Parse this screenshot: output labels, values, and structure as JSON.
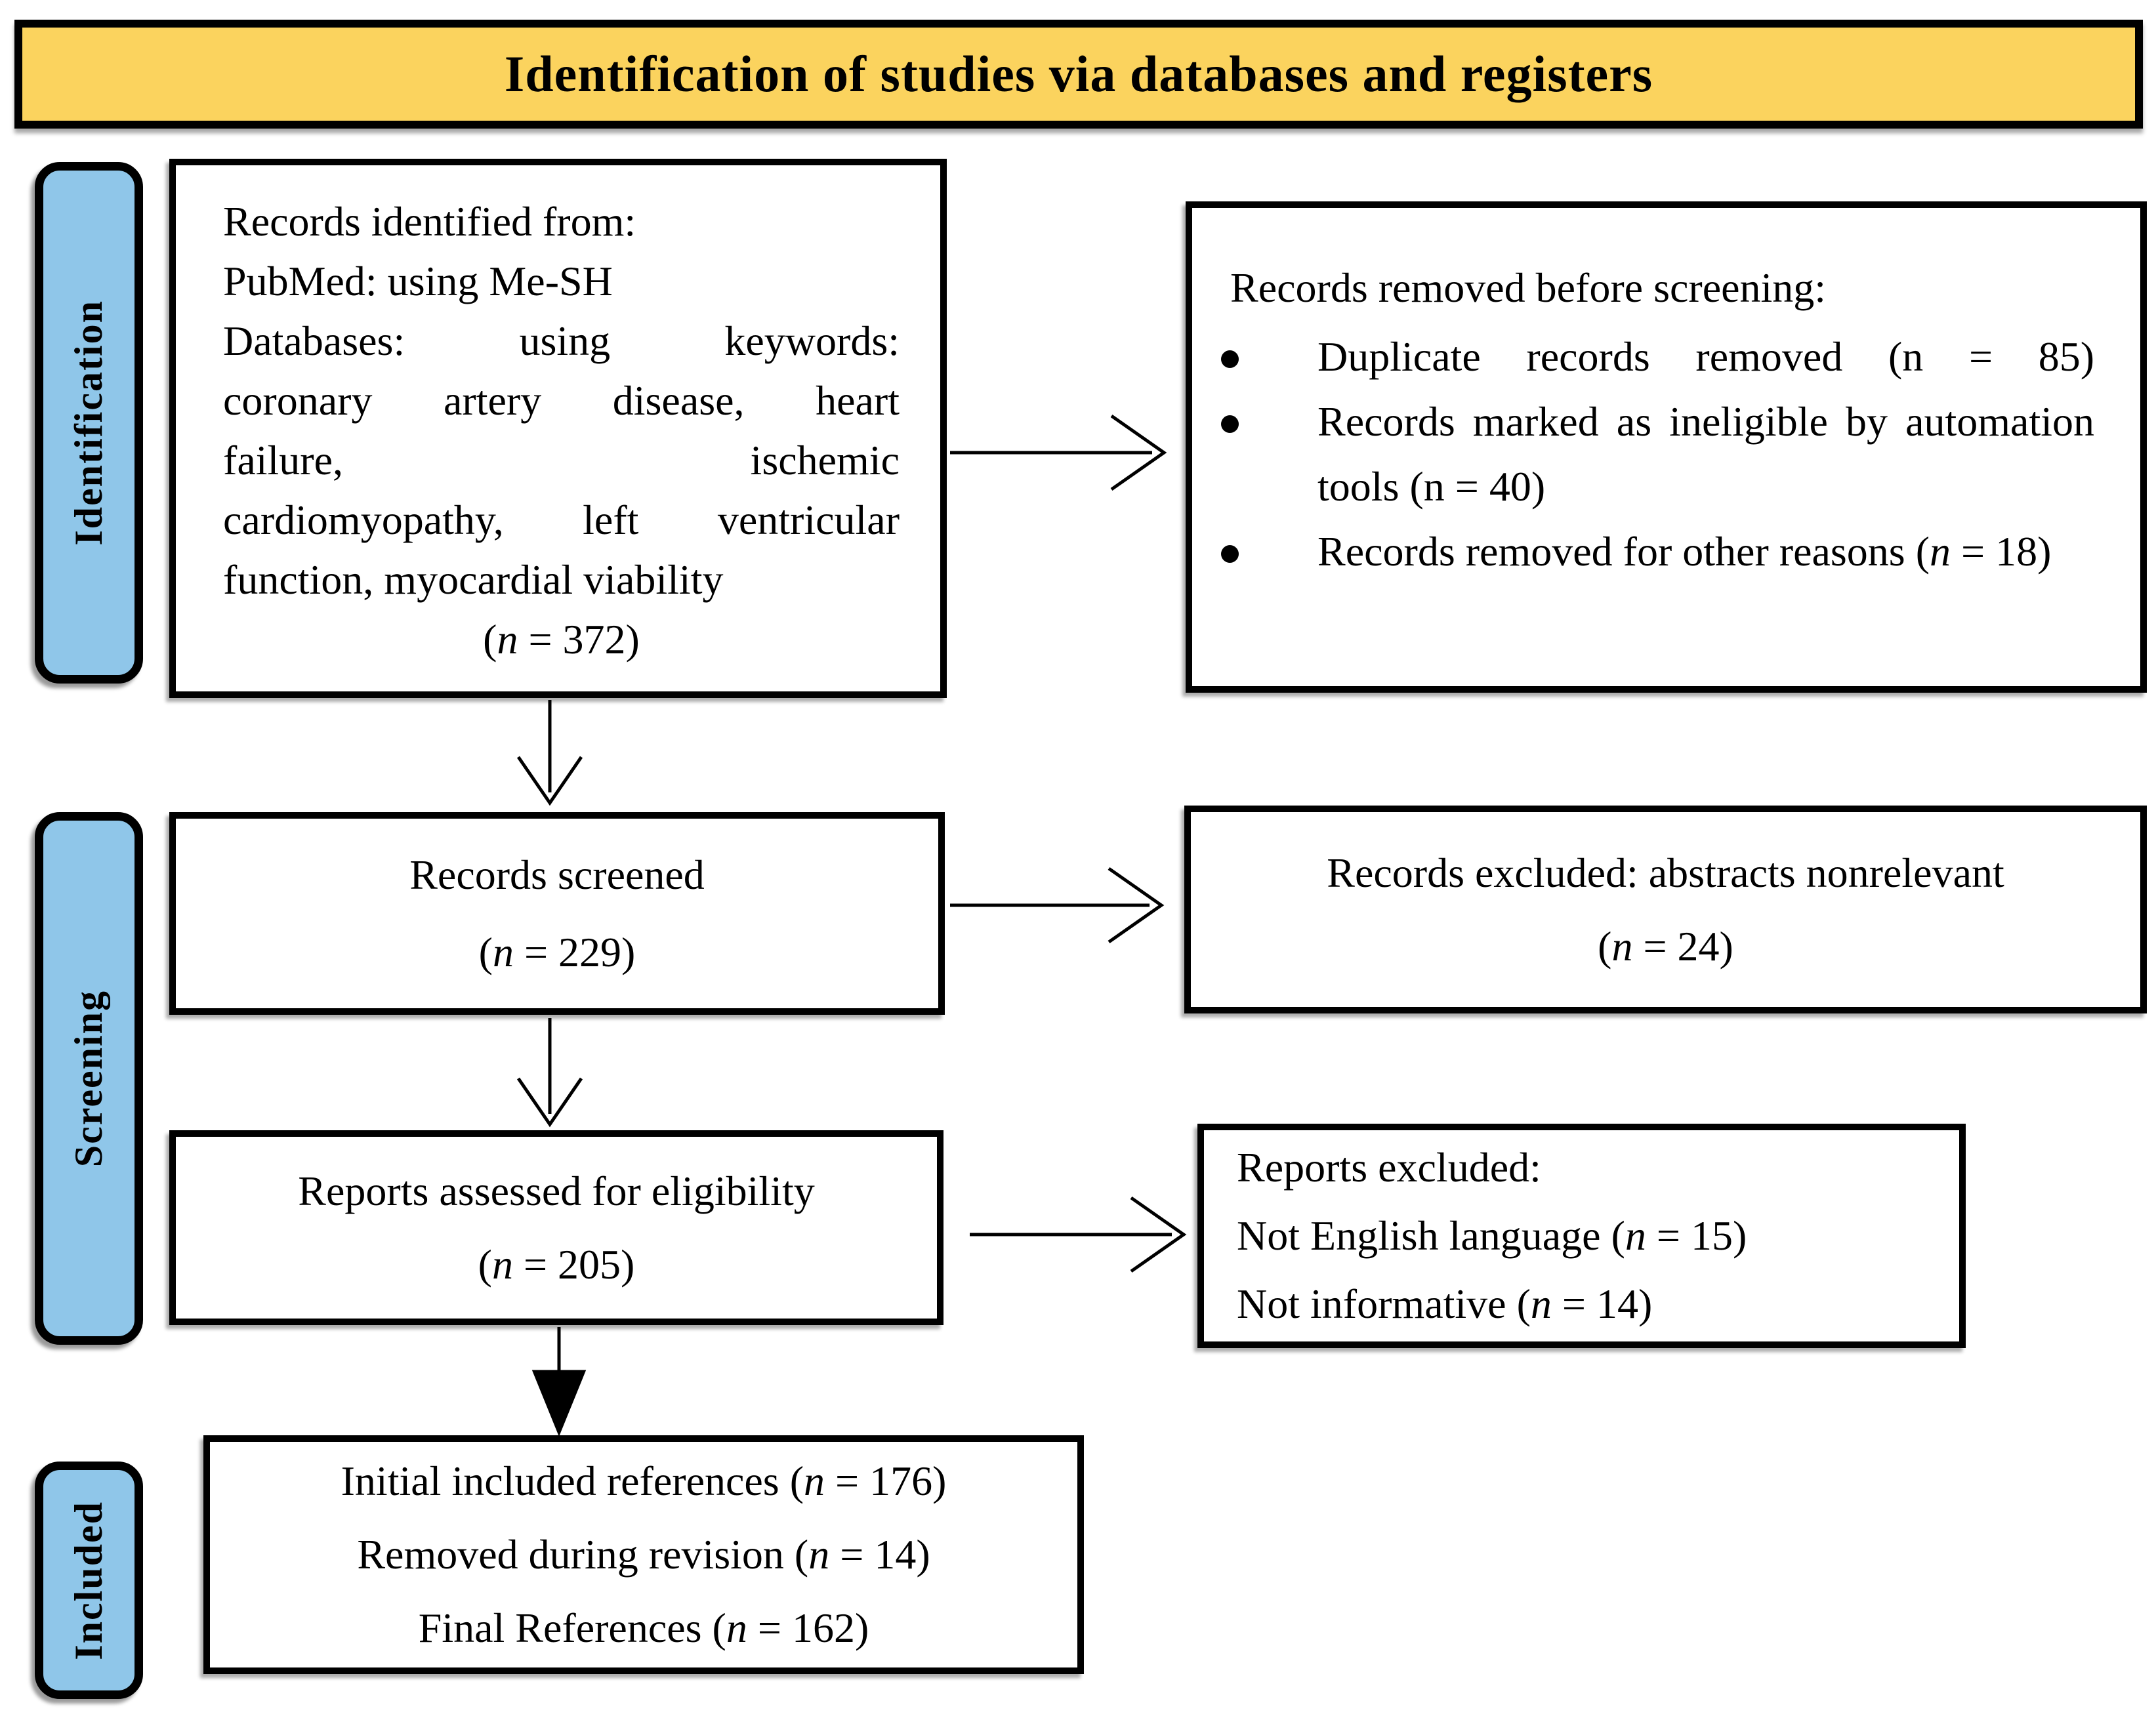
{
  "title": "Identification of studies via databases and registers",
  "colors": {
    "banner_bg": "#FBD35E",
    "stage_pill_bg": "#8FC6E9",
    "box_bg": "#FFFFFF",
    "line_color": "#000000"
  },
  "stages": {
    "identification": "Identification",
    "screening": "Screening",
    "included": "Included"
  },
  "boxes": {
    "records_identified": {
      "lines": [
        "Records identified from:",
        "PubMed: using Me-SH",
        "Databases: using keywords:",
        "coronary artery disease, heart",
        "failure, ischemic",
        "cardiomyopathy, left ventricular",
        "function, myocardial viability",
        "(*n* = 372)"
      ]
    },
    "records_removed": {
      "header": "Records removed before screening:",
      "bullets": [
        "Duplicate records removed (n = 85)",
        "Records marked as ineligible by automation tools (n = 40)",
        "Records removed for other reasons (*n* = 18)"
      ]
    },
    "records_screened": {
      "lines": [
        "Records screened",
        "(*n* = 229)"
      ]
    },
    "records_excluded": {
      "lines": [
        "Records excluded: abstracts nonrelevant",
        "(*n* = 24)"
      ]
    },
    "reports_assessed": {
      "lines": [
        "Reports assessed for eligibility",
        "(*n* = 205)"
      ]
    },
    "reports_excluded": {
      "lines": [
        "Reports excluded:",
        "Not English language (*n* = 15)",
        "Not informative (*n* = 14)"
      ]
    },
    "included_references": {
      "lines": [
        "Initial included references (*n* = 176)",
        "Removed during revision (*n* = 14)",
        "Final References (*n* = 162)"
      ]
    }
  }
}
